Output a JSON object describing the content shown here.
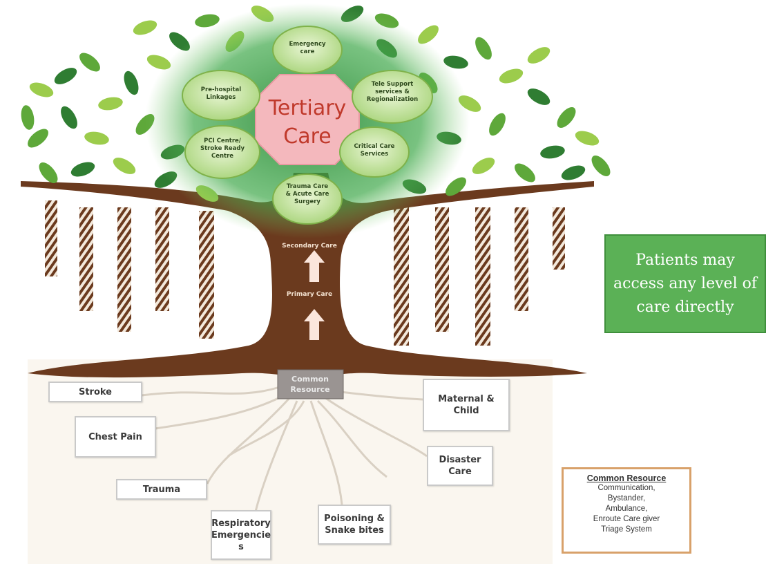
{
  "center": {
    "line1": "Tertiary",
    "line2": "Care"
  },
  "services": [
    {
      "lines": [
        "Emergency",
        "care"
      ]
    },
    {
      "lines": [
        "Pre-hospital",
        "Linkages"
      ]
    },
    {
      "lines": [
        "Tele Support",
        "services &",
        "Regionalization"
      ]
    },
    {
      "lines": [
        "PCI Centre/",
        "Stroke Ready",
        "Centre"
      ]
    },
    {
      "lines": [
        "Critical Care",
        "Services"
      ]
    },
    {
      "lines": [
        "Trauma Care",
        "& Acute Care",
        "Surgery"
      ]
    }
  ],
  "trunk": {
    "secondary": "Secondary Care",
    "primary": "Primary Care"
  },
  "common_resource_root": {
    "lines": [
      "Common",
      "Resource"
    ]
  },
  "roots": {
    "stroke": "Stroke",
    "chest_pain": "Chest Pain",
    "trauma": "Trauma",
    "respiratory": "Respiratory Emergencie s",
    "poisoning": "Poisoning & Snake bites",
    "maternal": "Maternal & Child",
    "disaster": "Disaster Care"
  },
  "note": "Patients may access any level of care directly",
  "legend": {
    "title": "Common Resource",
    "items": [
      "Communication,",
      "Bystander,",
      "Ambulance,",
      "Enroute Care giver",
      "Triage System"
    ]
  },
  "colors": {
    "trunk": "#6b3a1e",
    "leaf_dark": "#2f7d32",
    "leaf_light": "#9ccc4c",
    "center_fill": "#f4b8bd",
    "center_text": "#c0392b",
    "node_fill": "#c8e4a0",
    "note_fill": "#5bb156",
    "legend_border": "#d8a16a"
  }
}
